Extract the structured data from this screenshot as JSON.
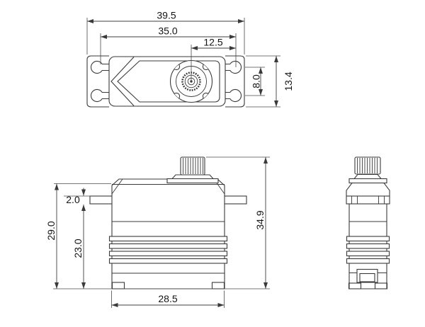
{
  "page": {
    "background": "#ffffff",
    "line_color": "#3a3a3a",
    "text_color": "#141414"
  },
  "drawing": {
    "kind": "servo dimension drawing",
    "unit": "mm",
    "top_view": {
      "overall_width": "39.5",
      "mounting_slot_spacing": "35.0",
      "output_shaft_offset": "12.5",
      "slot_vertical_spacing": "8.0",
      "lug_plate_height": "13.4"
    },
    "front_view": {
      "flange_thickness": "2.0",
      "case_height": "29.0",
      "height_below_flange": "23.0",
      "body_width": "28.5",
      "overall_height": "34.9"
    }
  }
}
